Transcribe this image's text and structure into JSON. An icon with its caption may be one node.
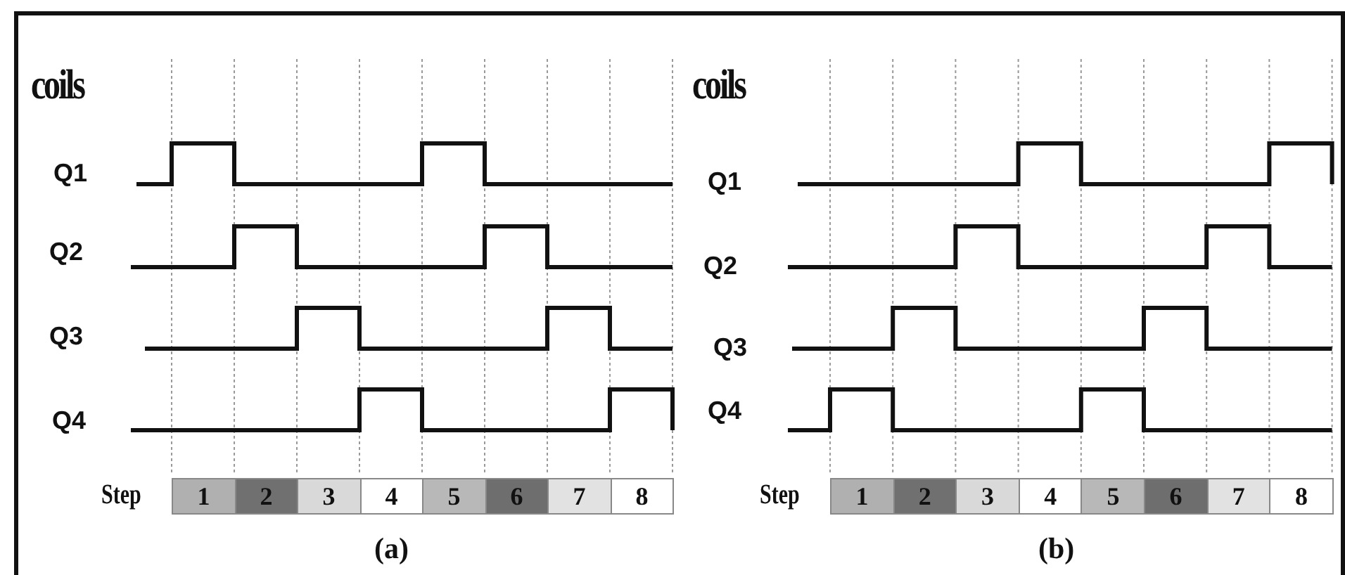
{
  "diagram": {
    "nodes": [
      {
        "text": [
          "1"
        ]
      },
      {
        "text": [
          "2"
        ]
      },
      {
        "text": [
          "3"
        ]
      },
      {
        "text": [
          "4"
        ]
      },
      {
        "text": [
          "5"
        ]
      },
      {
        "text": [
          "6"
        ]
      },
      {
        "text": [
          "7"
        ]
      },
      {
        "text": [
          "8"
        ]
      },
      {
        "text": [
          "1"
        ]
      },
      {
        "text": [
          "2"
        ]
      },
      {
        "text": [
          "3"
        ]
      },
      {
        "text": [
          "4"
        ]
      },
      {
        "text": [
          "5"
        ]
      },
      {
        "text": [
          "6"
        ]
      },
      {
        "text": [
          "7"
        ]
      },
      {
        "text": [
          "8"
        ]
      }
    ],
    "labels": [
      "coils",
      "Q1",
      "Q2",
      "Q3",
      "Q4",
      "Step",
      "(a)",
      "coils",
      "Q1",
      "Q2",
      "Q3",
      "Q4",
      "Step",
      "(b)"
    ]
  }
}
